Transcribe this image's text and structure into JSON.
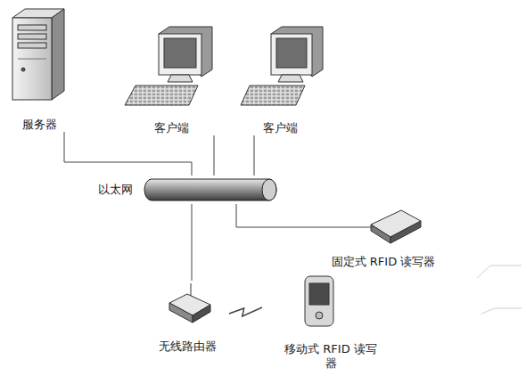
{
  "diagram": {
    "nodes": [
      {
        "text": [
          "服务器"
        ]
      },
      {
        "text": [
          "客户端"
        ]
      },
      {
        "text": [
          "客户端"
        ]
      },
      {
        "text": [
          "以太网"
        ]
      },
      {
        "text": [
          "固定式 RFID 读写器"
        ]
      },
      {
        "text": [
          "无线路由器"
        ]
      },
      {
        "text": [
          "移动式 RFID 读写器"
        ]
      }
    ],
    "edges": [
      {
        "from": 0,
        "to": 3,
        "arrow": "none"
      },
      {
        "from": 1,
        "to": 3,
        "arrow": "none"
      },
      {
        "from": 2,
        "to": 3,
        "arrow": "none"
      },
      {
        "from": 3,
        "to": 4,
        "arrow": "none"
      },
      {
        "from": 3,
        "to": 5,
        "arrow": "none"
      },
      {
        "from": 5,
        "to": 6,
        "arrow": "none"
      }
    ]
  }
}
